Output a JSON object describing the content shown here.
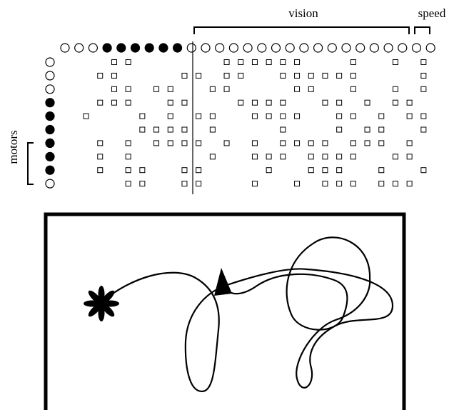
{
  "labels": {
    "vision": "vision",
    "speed": "speed",
    "motors": "motors"
  },
  "matrix": {
    "columns": 27,
    "rows": 10,
    "filled_header_columns": [
      3,
      4,
      5,
      6,
      7,
      8
    ],
    "filled_side_rows": [
      3,
      4,
      5,
      6,
      7,
      8
    ],
    "vision_group": [
      9,
      24
    ],
    "speed_group": [
      25,
      26
    ],
    "motors_group": [
      6,
      9
    ],
    "divider_after_column": 8,
    "cells": [
      "00011000000111111000100101",
      "00110000110110011111100001",
      "00011011001100001100100101",
      "00111001100011110011010110",
      "01000101011001111001101011",
      "00000111101000010001011001",
      "00101011110101011110111010",
      "00101000001001110111100110",
      "00101100110000100111001001",
      "00001100110001001011101110"
    ]
  },
  "colors": {
    "ink": "#000000",
    "background": "#ffffff"
  }
}
